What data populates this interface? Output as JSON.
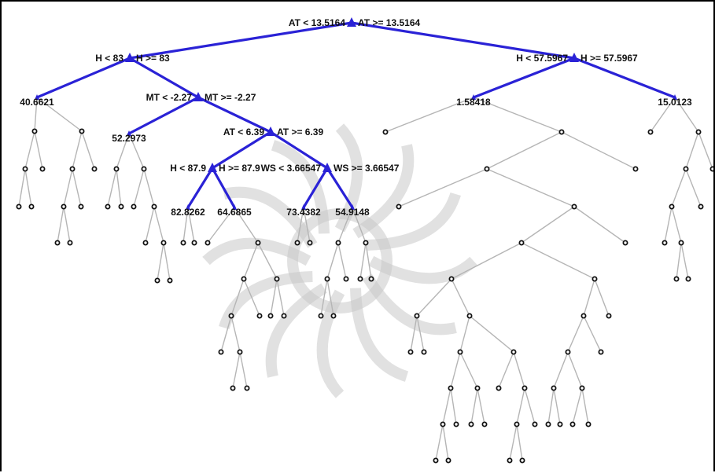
{
  "tree": {
    "highlight_color": "#2a22d6",
    "edge_color": "#b5b5b5",
    "node_color": "#111111",
    "watermark_icon": "mandala-watermark-icon",
    "highlight_edges": [
      [
        "root",
        "L"
      ],
      [
        "root",
        "R"
      ],
      [
        "L",
        "LL"
      ],
      [
        "L",
        "LR"
      ],
      [
        "LR",
        "LRL"
      ],
      [
        "LR",
        "LRR"
      ],
      [
        "LRR",
        "HN"
      ],
      [
        "LRR",
        "WSN"
      ],
      [
        "HN",
        "L1"
      ],
      [
        "HN",
        "L2"
      ],
      [
        "WSN",
        "L3"
      ],
      [
        "WSN",
        "L4"
      ],
      [
        "R",
        "RL"
      ],
      [
        "R",
        "RR"
      ]
    ],
    "split_labels": [
      {
        "node": "root",
        "left": "AT < 13.5164",
        "right": "AT >= 13.5164"
      },
      {
        "node": "L",
        "left": "H < 83",
        "right": "H >= 83"
      },
      {
        "node": "R",
        "left": "H < 57.5967",
        "right": "H >= 57.5967"
      },
      {
        "node": "LR",
        "left": "MT < -2.27",
        "right": "MT >= -2.27"
      },
      {
        "node": "LRR",
        "left": "AT < 6.39",
        "right": "AT >= 6.39"
      },
      {
        "node": "HN",
        "left": "H < 87.9",
        "right": "H >= 87.9"
      },
      {
        "node": "WSN",
        "left": "WS < 3.66547",
        "right": "WS >= 3.66547"
      }
    ],
    "leaf_values": [
      {
        "node": "LL",
        "text": "40.6621"
      },
      {
        "node": "LRL",
        "text": "52.2973"
      },
      {
        "node": "L1",
        "text": "82.8262"
      },
      {
        "node": "L2",
        "text": "64.6865"
      },
      {
        "node": "L3",
        "text": "73.4382"
      },
      {
        "node": "L4",
        "text": "54.9148"
      },
      {
        "node": "RL",
        "text": "1.58418"
      },
      {
        "node": "RR",
        "text": "15.0123"
      }
    ]
  }
}
